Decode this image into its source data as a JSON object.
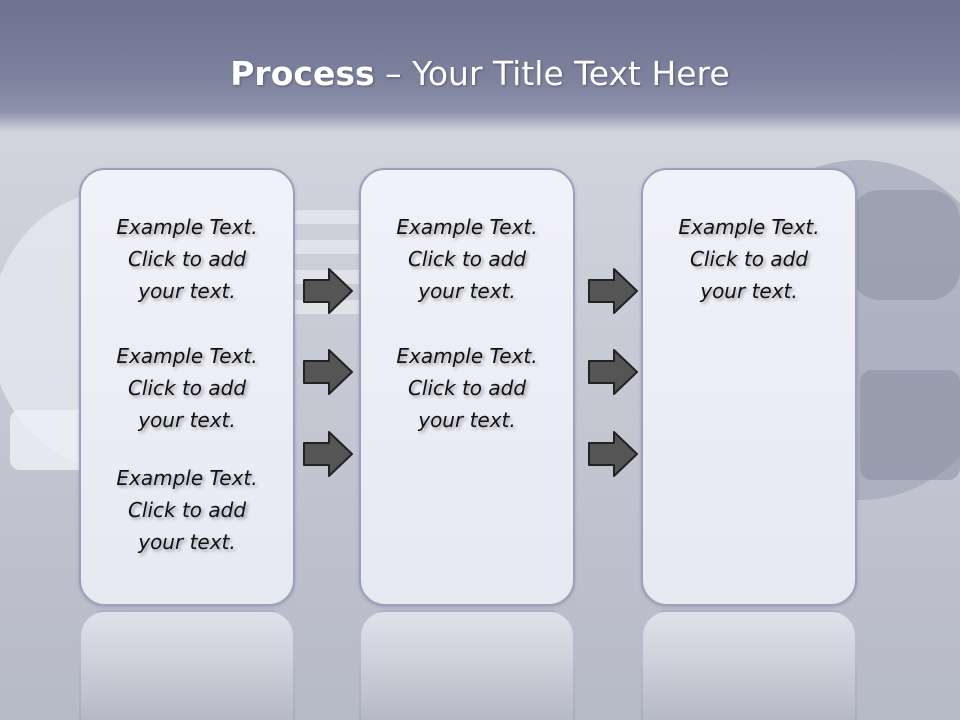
{
  "slide": {
    "title_bold": "Process",
    "title_rest": " – Your Title Text Here"
  },
  "columns": [
    {
      "blocks": [
        "Example Text.\nClick  to add\nyour text.",
        "Example Text.\nClick  to add\nyour text.",
        "Example Text.\nClick  to add\nyour text."
      ]
    },
    {
      "blocks": [
        "Example Text.\nClick  to add\nyour text.",
        "Example Text.\nClick  to add\nyour text."
      ]
    },
    {
      "blocks": [
        "Example Text.\nClick  to add\nyour text."
      ]
    }
  ],
  "colors": {
    "title_band": "#7c829d",
    "panel_border": "#9aa0bd",
    "arrow_fill": "#555555"
  },
  "icons": [
    "arrow-right-icon"
  ]
}
